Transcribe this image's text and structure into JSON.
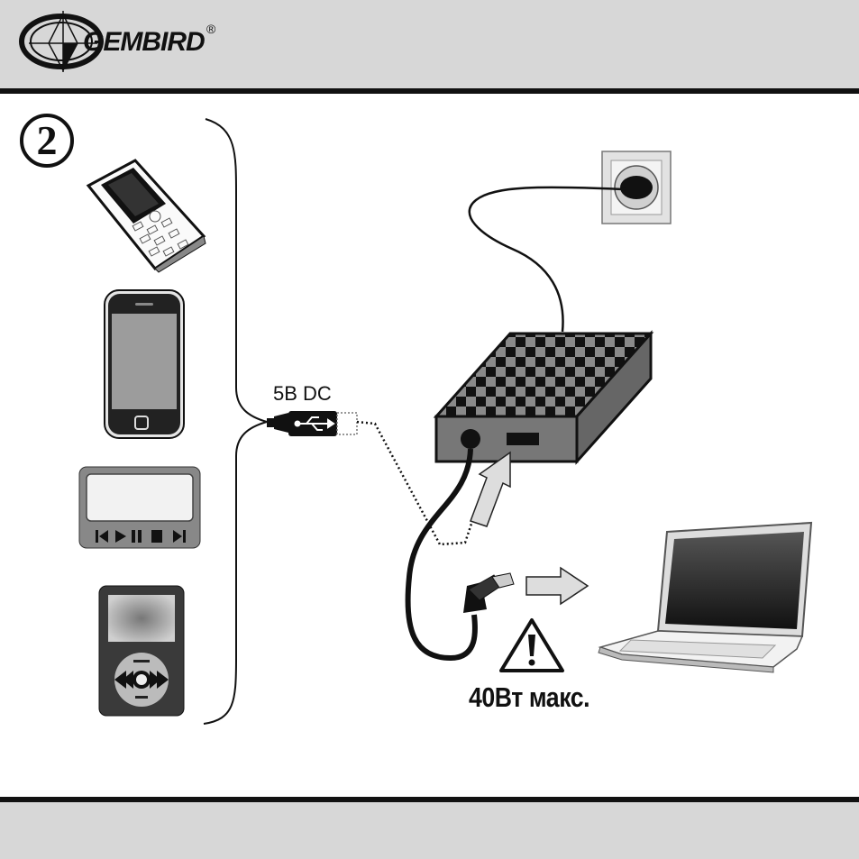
{
  "brand": {
    "name": "GEMBIRD",
    "registered": "®"
  },
  "step": {
    "number": "2"
  },
  "labels": {
    "output": "5В DC",
    "max_power": "40Вт макс."
  },
  "icons": [
    "gembird-logo-icon",
    "usb-icon",
    "warning-icon",
    "power-socket-icon",
    "power-bank-icon",
    "laptop-icon",
    "mobile-phone-icon",
    "smartphone-icon",
    "mp3-player-icon",
    "media-player-icon",
    "arrow-icon"
  ],
  "colors": {
    "header_bg": "#d7d7d7",
    "rule": "#111111"
  }
}
